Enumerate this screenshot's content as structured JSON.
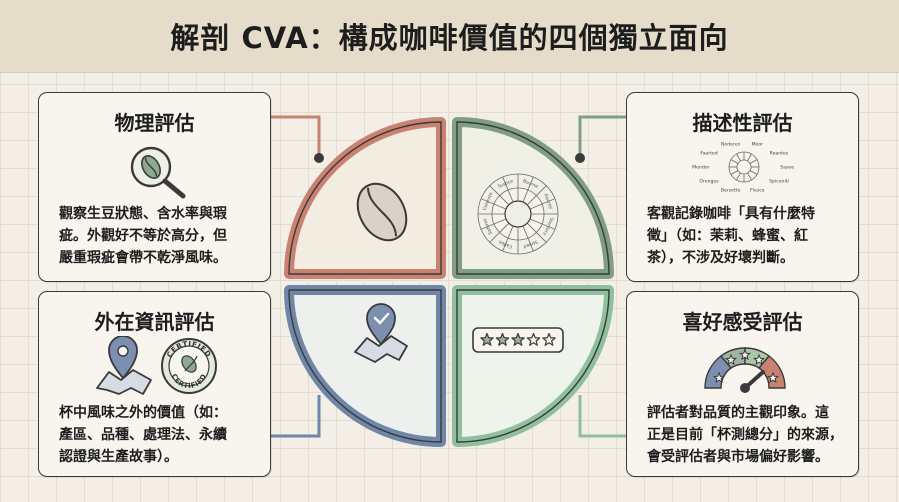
{
  "header": {
    "title": "解剖 CVA：構成咖啡價值的四個獨立面向"
  },
  "colors": {
    "physical": "#c98272",
    "descriptive": "#7f9e84",
    "extrinsic": "#6f86a8",
    "affective": "#8fbf9d",
    "background": "#f3efe6",
    "header_bg": "#e6dcca"
  },
  "cards": {
    "physical": {
      "title": "物理評估",
      "desc_lines": [
        "觀察生豆狀態、含水率與瑕",
        "疵。外觀好不等於高分，但",
        "嚴重瑕疵會帶不乾淨風味。"
      ],
      "icon": "magnifier-coffee-bean-icon"
    },
    "descriptive": {
      "title": "描述性評估",
      "desc_lines": [
        "客觀記錄咖啡「具有什麼特",
        "徵」（如：茉莉、蜂蜜、紅",
        "茶），不涉及好壞判斷。"
      ],
      "icon": "flavor-wheel-icon",
      "wheel_labels": [
        "Moor",
        "Roantes",
        "Sasee",
        "Spiceniti",
        "Flesce",
        "Bersette",
        "Orenges",
        "Mendor",
        "Faarted",
        "Noderen"
      ]
    },
    "extrinsic": {
      "title": "外在資訊評估",
      "desc_lines": [
        "杯中風味之外的價值（如：",
        "產區、品種、處理法、永續",
        "認證與生產故事）。"
      ],
      "icon": "map-pin-icon",
      "badge_top": "CERTIFIED",
      "badge_bottom": "CERTIFIED"
    },
    "affective": {
      "title": "喜好感受評估",
      "desc_lines": [
        "評估者對品質的主觀印象。這",
        "正是目前「杯測總分」的來源，",
        "會受評估者與市場偏好影響。"
      ],
      "icon": "star-gauge-icon"
    }
  },
  "center": {
    "quadrant_icons": [
      "coffee-bean-icon",
      "flavor-wheel-icon",
      "map-pin-icon",
      "star-rating-icon"
    ],
    "mini_wheel_labels": [
      "Bourne",
      "Fiecrey",
      "Stonlocy",
      "Stroed",
      "Calfee",
      "Saferes",
      "Calernte",
      "Sustice"
    ]
  }
}
